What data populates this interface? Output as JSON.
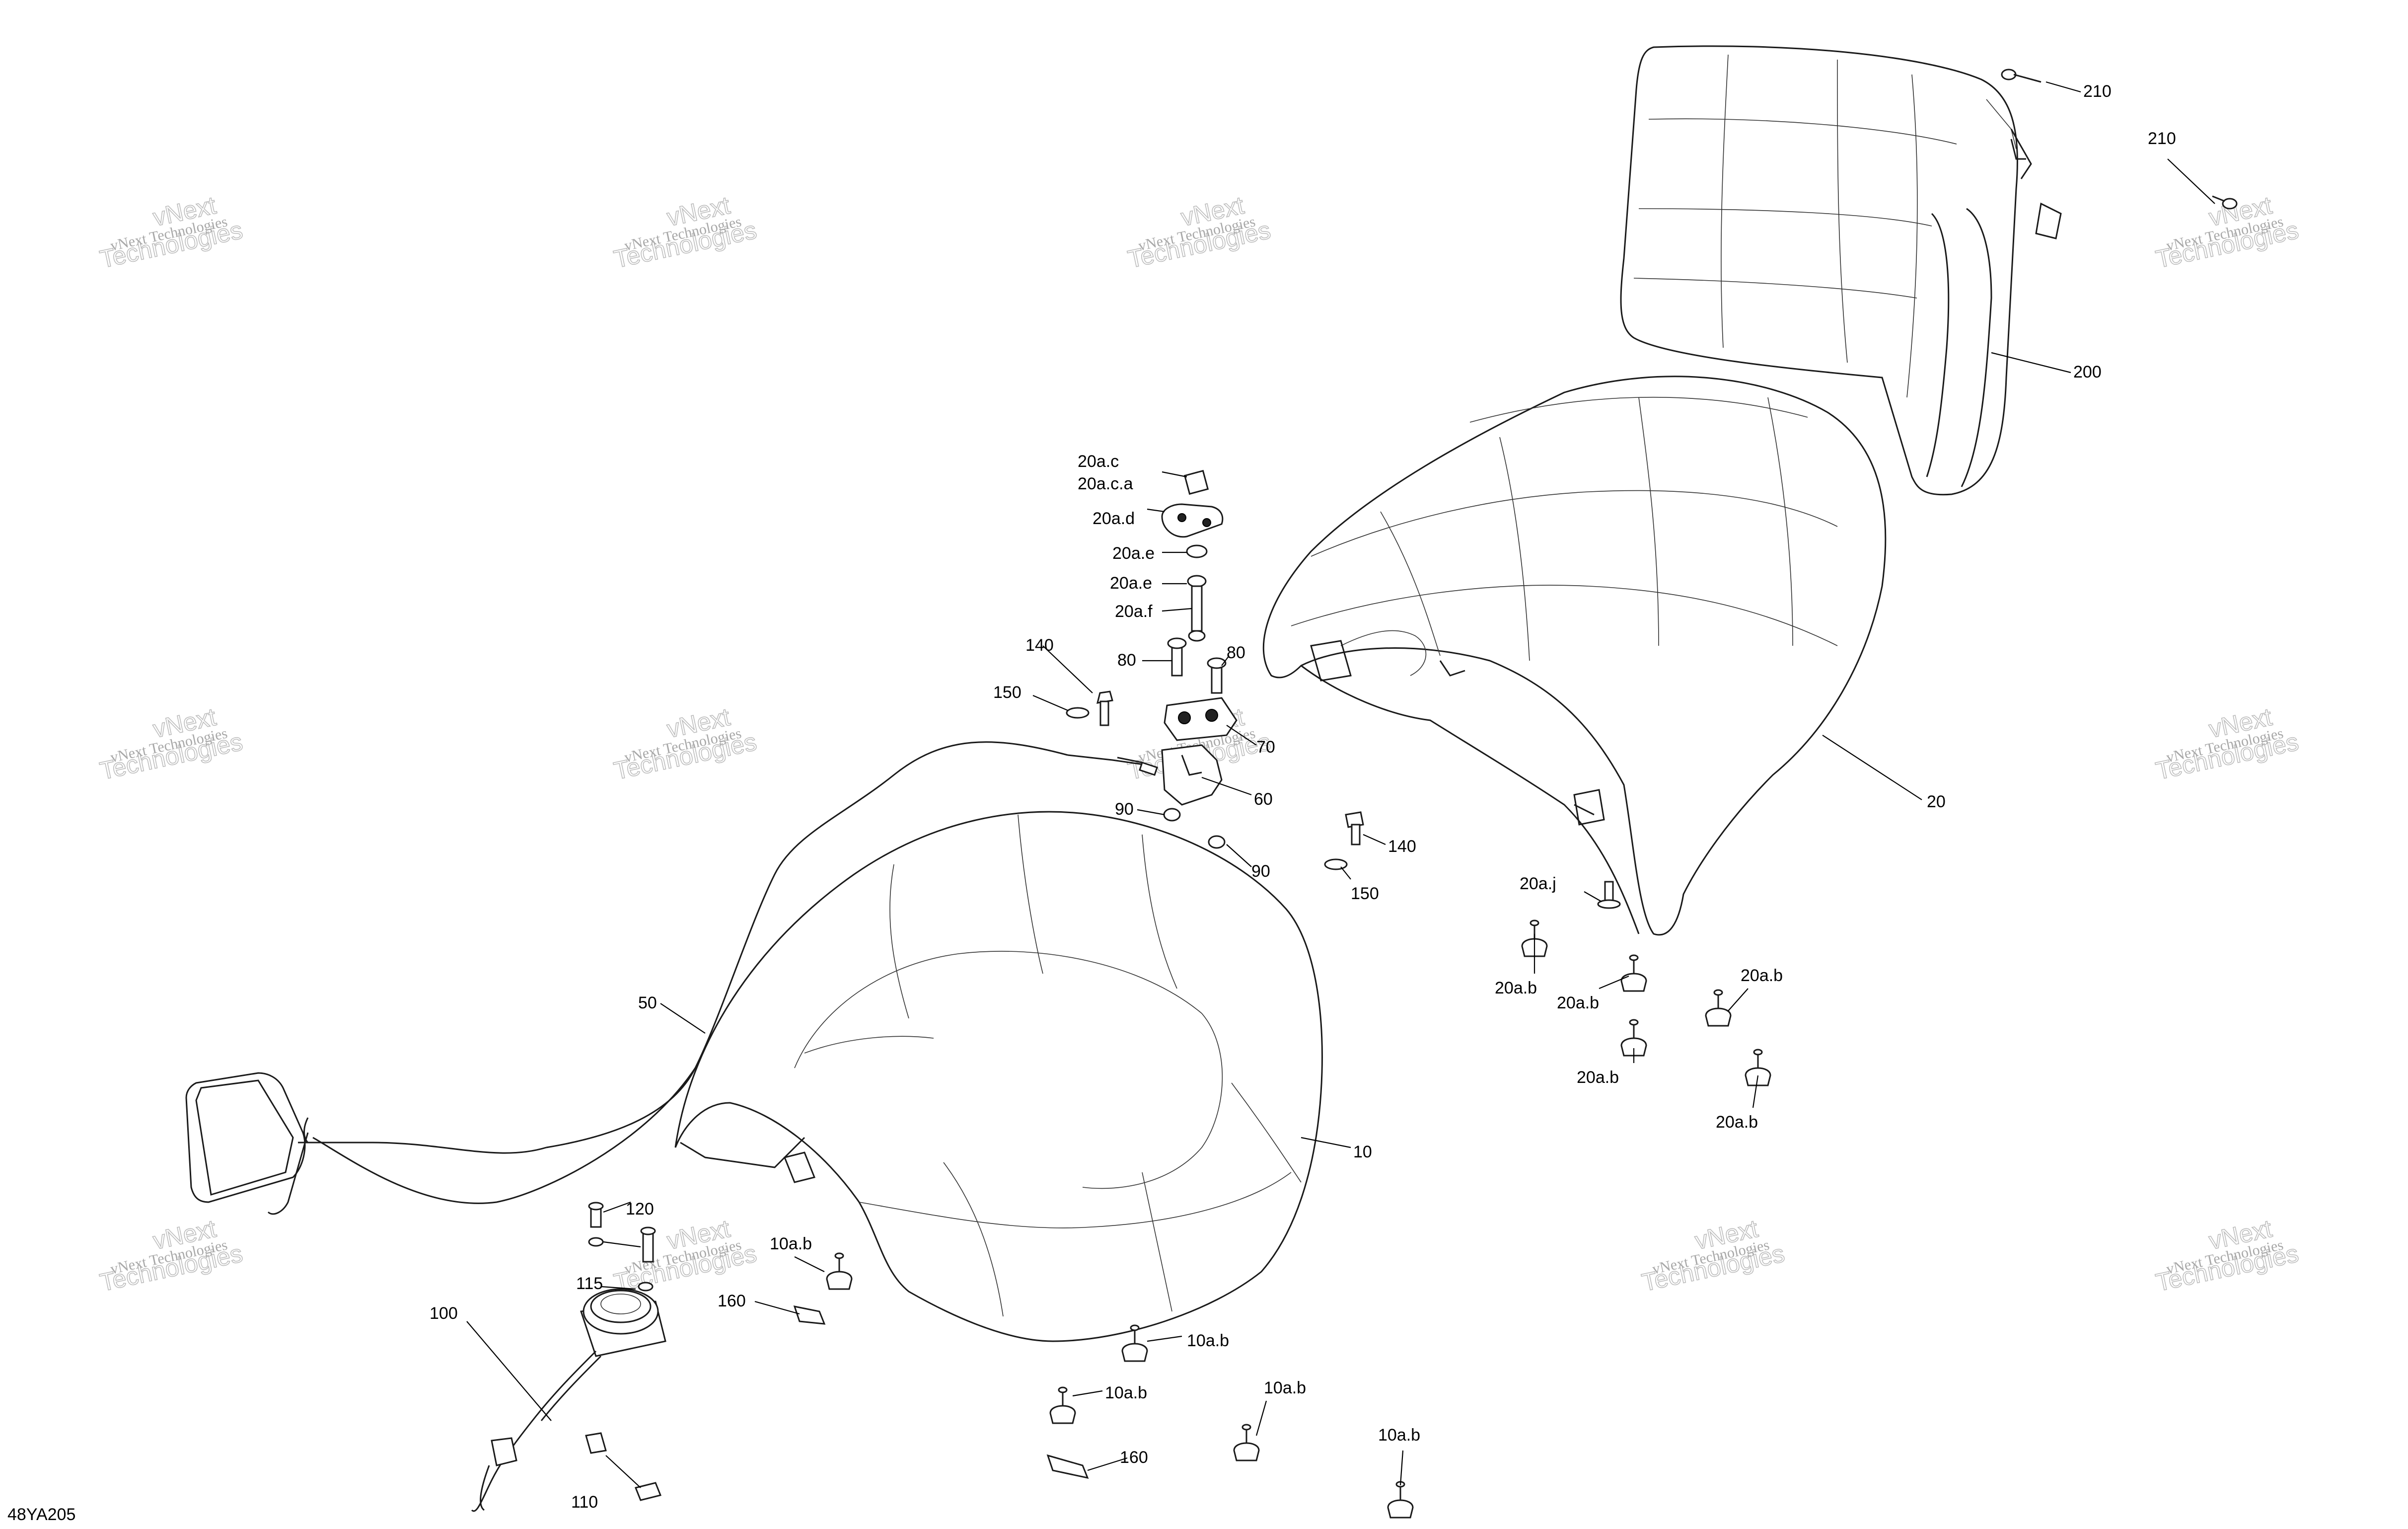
{
  "diagram_code": "48YA205",
  "watermark": {
    "line1": "vNext Technologies",
    "line2": "vNext\nTechnologies"
  },
  "callouts": [
    {
      "id": "c210a",
      "text": "210"
    },
    {
      "id": "c210b",
      "text": "210"
    },
    {
      "id": "c200",
      "text": "200"
    },
    {
      "id": "c20",
      "text": "20"
    },
    {
      "id": "c20ac",
      "text": "20a.c"
    },
    {
      "id": "c20aca",
      "text": "20a.c.a"
    },
    {
      "id": "c20ad",
      "text": "20a.d"
    },
    {
      "id": "c20ae1",
      "text": "20a.e"
    },
    {
      "id": "c20ae2",
      "text": "20a.e"
    },
    {
      "id": "c20af",
      "text": "20a.f"
    },
    {
      "id": "c80a",
      "text": "80"
    },
    {
      "id": "c80b",
      "text": "80"
    },
    {
      "id": "c140a",
      "text": "140"
    },
    {
      "id": "c150a",
      "text": "150"
    },
    {
      "id": "c70",
      "text": "70"
    },
    {
      "id": "c60",
      "text": "60"
    },
    {
      "id": "c90a",
      "text": "90"
    },
    {
      "id": "c90b",
      "text": "90"
    },
    {
      "id": "c140b",
      "text": "140"
    },
    {
      "id": "c150b",
      "text": "150"
    },
    {
      "id": "c20aj",
      "text": "20a.j"
    },
    {
      "id": "c20ab1",
      "text": "20a.b"
    },
    {
      "id": "c20ab2",
      "text": "20a.b"
    },
    {
      "id": "c20ab3",
      "text": "20a.b"
    },
    {
      "id": "c20ab4",
      "text": "20a.b"
    },
    {
      "id": "c20ab5",
      "text": "20a.b"
    },
    {
      "id": "c50",
      "text": "50"
    },
    {
      "id": "c10",
      "text": "10"
    },
    {
      "id": "c120",
      "text": "120"
    },
    {
      "id": "c115",
      "text": "115"
    },
    {
      "id": "c100",
      "text": "100"
    },
    {
      "id": "c10ab1",
      "text": "10a.b"
    },
    {
      "id": "c160a",
      "text": "160"
    },
    {
      "id": "c10ab2",
      "text": "10a.b"
    },
    {
      "id": "c10ab3",
      "text": "10a.b"
    },
    {
      "id": "c10ab4",
      "text": "10a.b"
    },
    {
      "id": "c10ab5",
      "text": "10a.b"
    },
    {
      "id": "c160b",
      "text": "160"
    },
    {
      "id": "c110",
      "text": "110"
    }
  ]
}
